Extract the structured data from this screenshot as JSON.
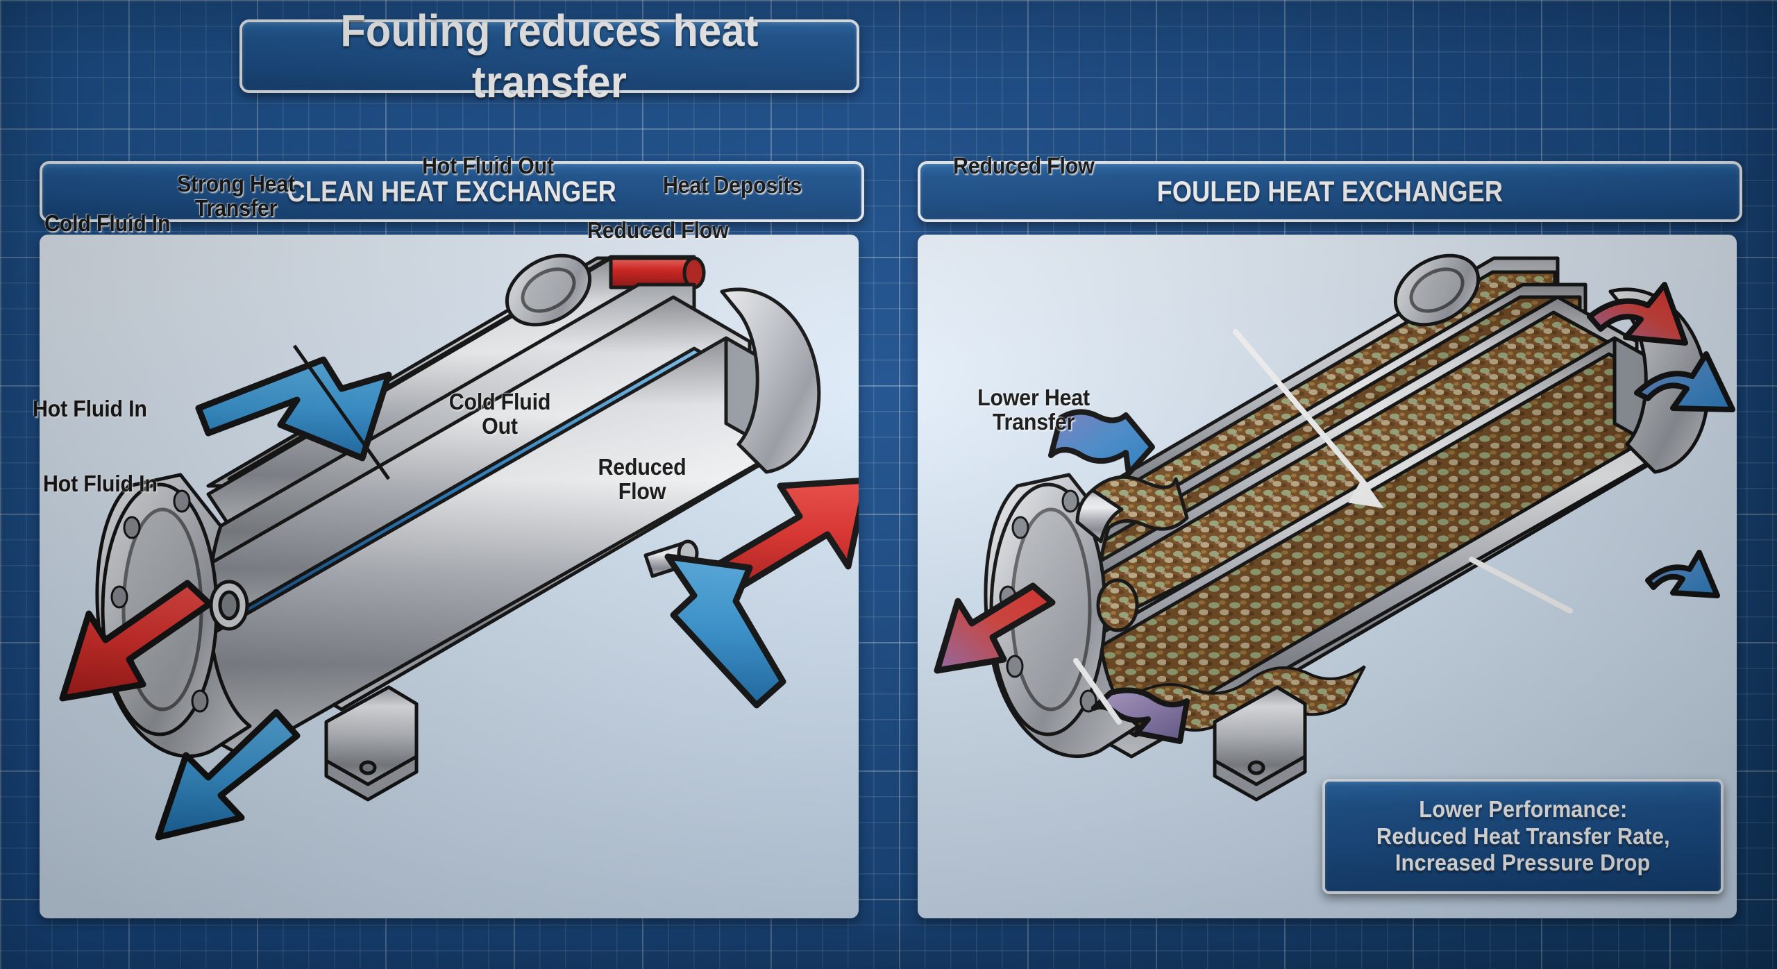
{
  "title": "Fouling reduces heat transfer",
  "panels": {
    "clean": {
      "header": "CLEAN HEAT EXCHANGER",
      "labels": {
        "strong_heat_transfer": "Strong Heat\nTransfer",
        "cold_fluid_in": "Cold Fluid In",
        "hot_fluid_out": "Hot Fluid Out",
        "hot_fluid_in_left": "Hot Fluid In",
        "hot_fluid_in_bottom": "Hot Fluid In",
        "cold_fluid_out": "Cold Fluid\nOut"
      }
    },
    "fouled": {
      "header": "FOULED HEAT EXCHANGER",
      "labels": {
        "heat_deposits": "Heat Deposits",
        "reduced_flow_left": "Reduced Flow",
        "reduced_flow_right": "Reduced Flow",
        "reduced_flow_bottom": "Reduced\nFlow",
        "lower_heat_transfer": "Lower Heat\nTransfer"
      },
      "callout": {
        "line1": "Lower Performance:",
        "line2": "Reduced Heat Transfer Rate,",
        "line3": "Increased Pressure Drop"
      }
    }
  },
  "colors": {
    "blueprint_blue": "#1b5090",
    "plaque_blue": "#1f5896",
    "panel_bg": "#dae9f8",
    "hot_arrow_red": "#e02f2b",
    "cold_arrow_blue": "#3a9ad9",
    "metal_gray": "#c9ccd1",
    "fouling_brown": "#8b5a2b",
    "fouling_green": "#9eb587",
    "label_black": "#141414"
  },
  "icons": {
    "hot_in_arrow": "arrow-red-icon",
    "cold_in_arrow": "arrow-blue-icon",
    "flow_wave": "wave-flow-icon",
    "leader_line": "leader-line-icon"
  }
}
